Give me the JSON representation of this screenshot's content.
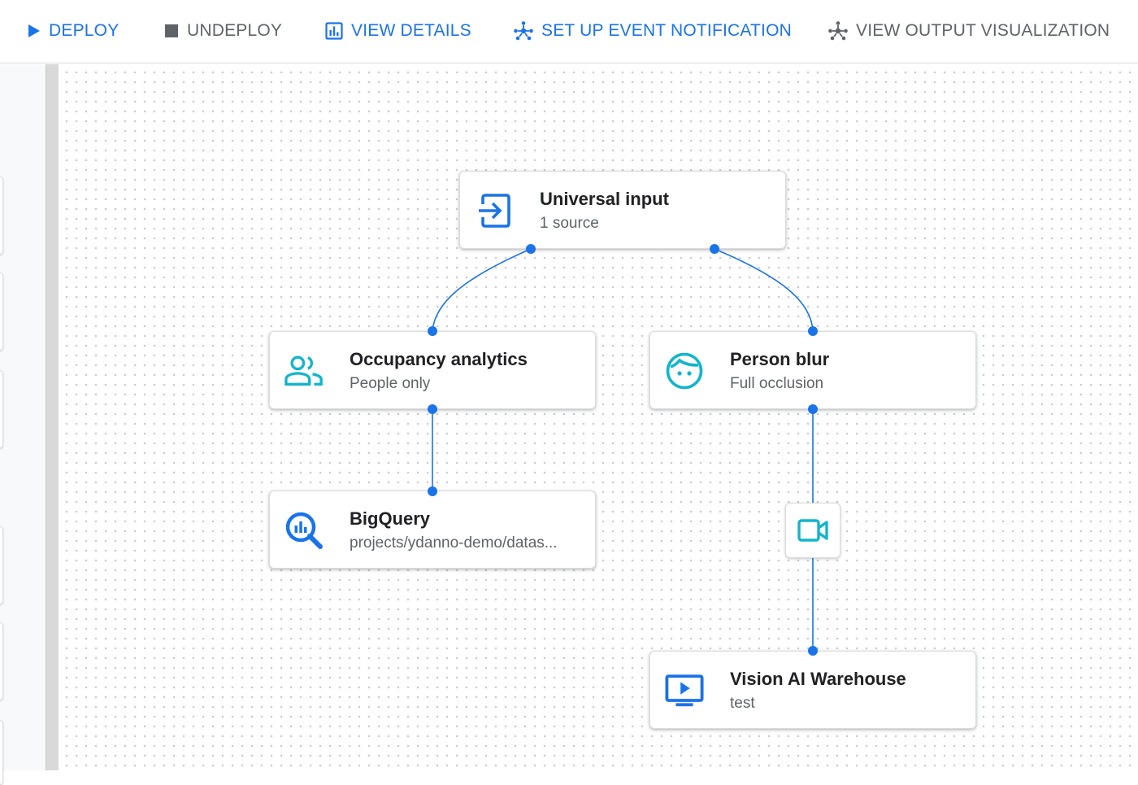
{
  "toolbar": {
    "deploy_label": "DEPLOY",
    "undeploy_label": "UNDEPLOY",
    "view_details_label": "VIEW DETAILS",
    "event_notification_label": "SET UP EVENT NOTIFICATION",
    "output_visualization_label": "VIEW OUTPUT VISUALIZATION"
  },
  "nodes": {
    "universal_input": {
      "title": "Universal input",
      "subtitle": "1 source",
      "icon": "input-arrow-icon"
    },
    "occupancy": {
      "title": "Occupancy analytics",
      "subtitle": "People only",
      "icon": "people-icon"
    },
    "person_blur": {
      "title": "Person blur",
      "subtitle": "Full occlusion",
      "icon": "face-icon"
    },
    "bigquery": {
      "title": "BigQuery",
      "subtitle": "projects/ydanno-demo/datas...",
      "icon": "bigquery-icon"
    },
    "warehouse": {
      "title": "Vision AI Warehouse",
      "subtitle": "test",
      "icon": "video-play-icon"
    }
  },
  "connector": {
    "icon": "video-camera-icon"
  },
  "colors": {
    "accent": "#1a73e8",
    "teal": "#12b5cb",
    "disabled": "#5f6368"
  }
}
